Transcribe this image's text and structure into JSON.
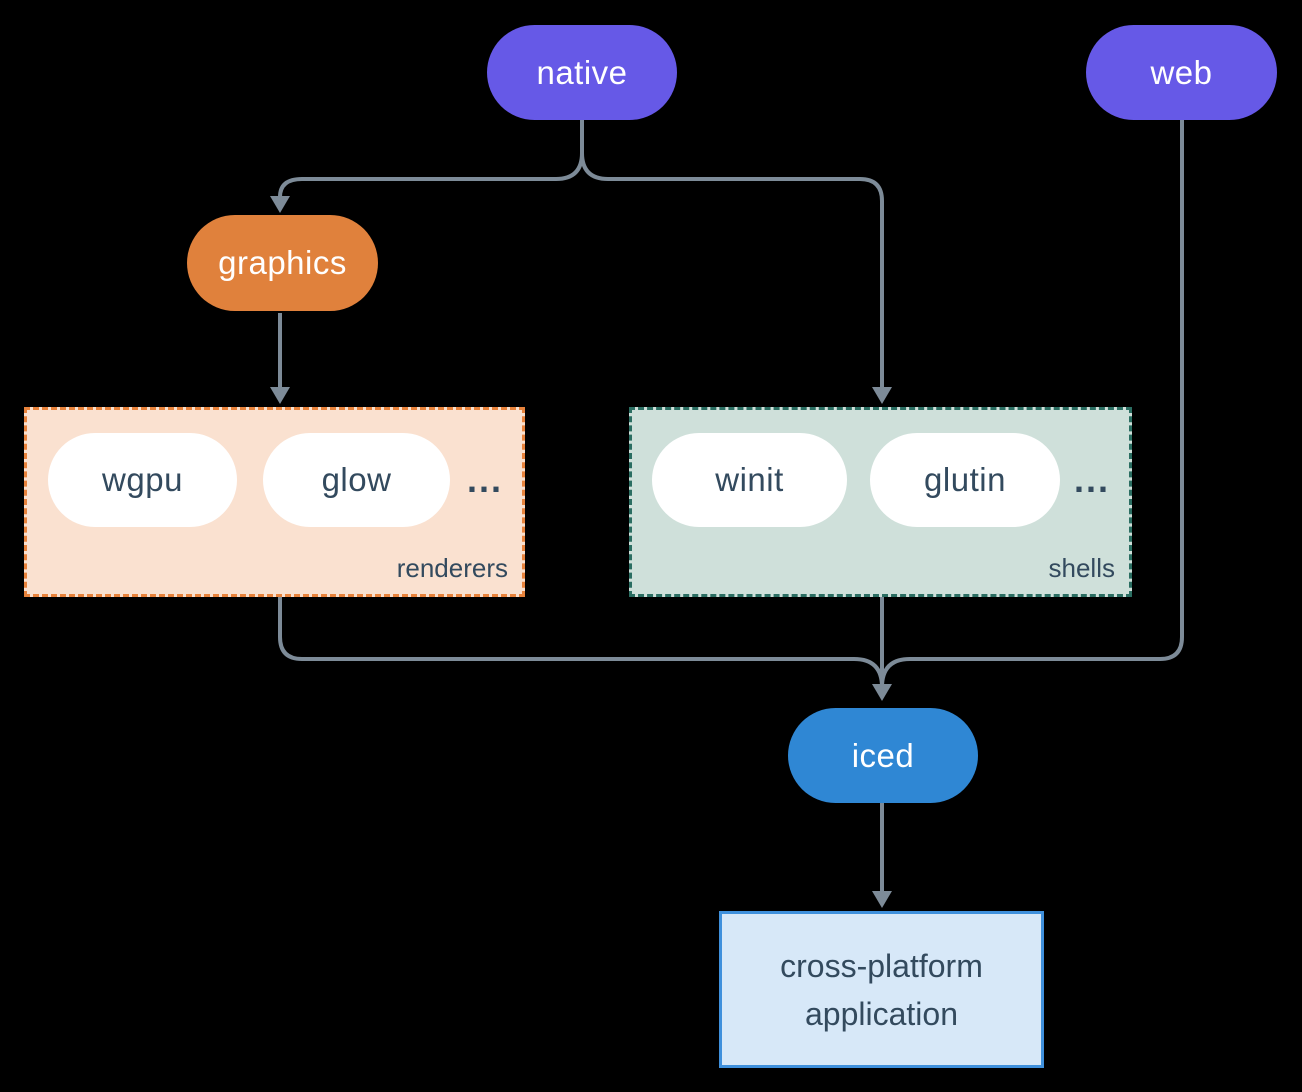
{
  "diagram": {
    "nodes": {
      "native": {
        "label": "native"
      },
      "web": {
        "label": "web"
      },
      "graphics": {
        "label": "graphics"
      },
      "iced": {
        "label": "iced"
      },
      "application": {
        "line1": "cross-platform",
        "line2": "application"
      }
    },
    "groups": {
      "renderers": {
        "label": "renderers",
        "items": [
          "wgpu",
          "glow"
        ],
        "ellipsis": "..."
      },
      "shells": {
        "label": "shells",
        "items": [
          "winit",
          "glutin"
        ],
        "ellipsis": "..."
      }
    },
    "edges": [
      {
        "from": "native",
        "to": "graphics"
      },
      {
        "from": "native",
        "to": "shells"
      },
      {
        "from": "graphics",
        "to": "renderers"
      },
      {
        "from": "renderers",
        "to": "iced"
      },
      {
        "from": "shells",
        "to": "iced"
      },
      {
        "from": "web",
        "to": "iced"
      },
      {
        "from": "iced",
        "to": "application"
      }
    ]
  },
  "colors": {
    "background": "#000000",
    "node_purple": "#6659e7",
    "node_orange": "#e0813c",
    "node_blue": "#2f87d4",
    "node_white": "#ffffff",
    "connector": "#7d8b98",
    "text_light": "#ffffff",
    "text_dark": "#334a5e",
    "renderers_fill": "#fae1d0",
    "renderers_border": "#e8833c",
    "shells_fill": "#cfe0da",
    "shells_border": "#2b6e62",
    "application_fill": "#d7e8f8",
    "application_border": "#3f90dc"
  }
}
